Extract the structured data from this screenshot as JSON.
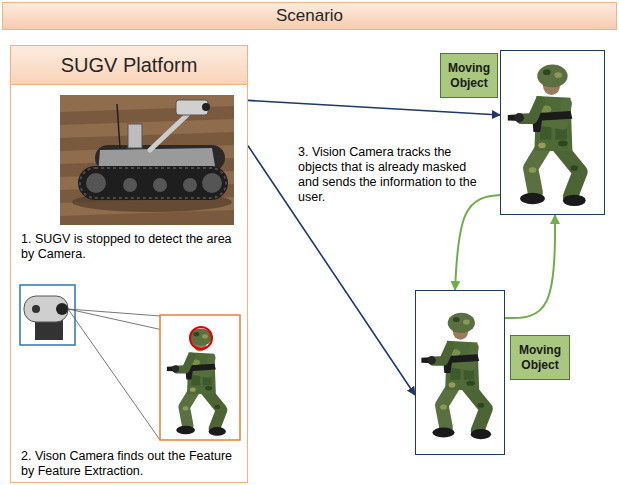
{
  "diagram": {
    "title": "Scenario",
    "nodes": [
      {
        "text": [
          "SUGV Platform",
          "1. SUGV is stopped to detect the area by Camera.",
          "2. Vison Camera finds out the Feature by Feature Extraction."
        ]
      },
      {
        "text": [
          "Moving Object"
        ]
      },
      {
        "text": [
          "Moving Object"
        ]
      }
    ],
    "edges": [
      {
        "from": 0,
        "to": 1,
        "arrow": "to"
      },
      {
        "from": 0,
        "to": 2,
        "arrow": "to"
      },
      {
        "from": 1,
        "to": 2,
        "arrow": "to"
      },
      {
        "from": 2,
        "to": 1,
        "arrow": "to"
      }
    ],
    "labels": [
      "3. Vision Camera tracks the objects that is already masked and sends the information to the user."
    ]
  }
}
